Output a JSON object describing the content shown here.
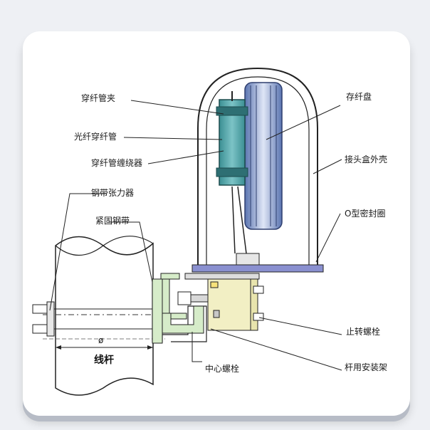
{
  "labels": {
    "fiber_tube_clamp": "穿纤管夹",
    "optical_fiber_tube": "光纤穿纤管",
    "tube_winder": "穿纤管缠绕器",
    "steel_band_tensioner": "钢带张力器",
    "fastening_steel_band": "紧固钢带",
    "fiber_tray": "存纤盘",
    "splice_box_shell": "接头盒外壳",
    "o_ring_seal": "O型密封圈",
    "anti_rotation_bolt": "止转螺栓",
    "pole_mount_bracket": "杆用安装架",
    "center_bolt": "中心螺栓",
    "diameter_symbol": "ø",
    "pole": "线杆"
  },
  "colors": {
    "shell_blue": "#4d6da8",
    "tray_blue": "#6f8fcf",
    "clamp_teal": "#4aa0a0",
    "bracket_green": "#d6ecc9",
    "block_yellow": "#f2efc4",
    "base_plate": "#8a90d0"
  }
}
